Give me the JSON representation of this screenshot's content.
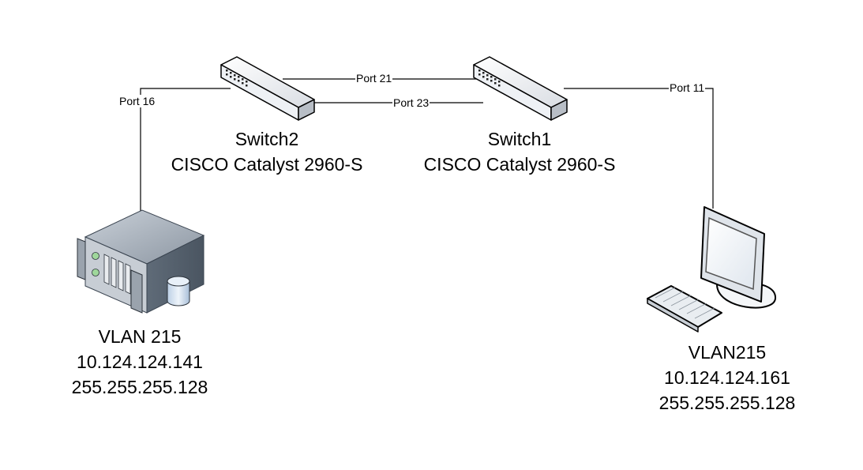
{
  "links": {
    "server_switch2_port": "Port 16",
    "switch2_switch1_upper_port": "Port 21",
    "switch2_switch1_lower_port": "Port 23",
    "switch1_pc_port": "Port 11"
  },
  "switch2": {
    "name": "Switch2",
    "model": "CISCO Catalyst 2960-S",
    "icon": "network-switch-icon"
  },
  "switch1": {
    "name": "Switch1",
    "model": "CISCO Catalyst 2960-S",
    "icon": "network-switch-icon"
  },
  "server": {
    "vlan": "VLAN 215",
    "ip": "10.124.124.141",
    "mask": "255.255.255.128",
    "icon": "server-icon"
  },
  "pc": {
    "vlan": "VLAN215",
    "ip": "10.124.124.161",
    "mask": "255.255.255.128",
    "icon": "desktop-computer-icon"
  }
}
